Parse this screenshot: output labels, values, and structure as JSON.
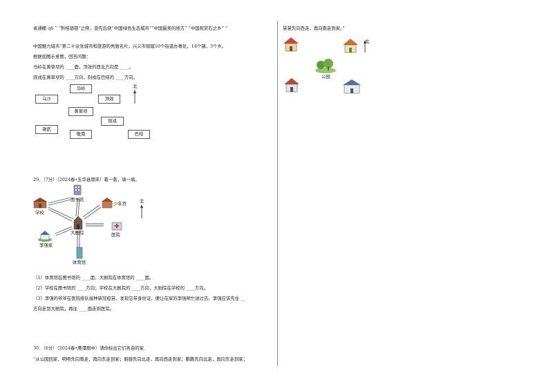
{
  "left": {
    "intro_line1": "省通衢 q6   “ ”黔桂锁钥“之称，曾先后获“中国绿色生态城市”“中国最美的地方“ ”中国观赏石之乡“ ”",
    "intro_line2": "中国魅力城市“第二十余张城市和旅游的亮丽名片，兴义市现辖10个街道办事处，14个镇，3个乡。",
    "intro_line3": "根据如图示意图，回答问题：",
    "q_a": "马岭在黄草坝的 ____面，顶效的西北方向是 ____。",
    "q_b": "则戎在黄草坝的 ____方向，则戎在巴结的 ____方向。",
    "map1": {
      "north": "北",
      "places": {
        "maling": "马岭",
        "wusha": "乌沙",
        "dingxiao": "顶效",
        "huangcaoba": "黄草坝",
        "zerong": "则戎",
        "xiongwu": "雄武",
        "jingnan": "敬南",
        "baji": "巴结"
      }
    },
    "q29_header": "29．（7分）（2024春•五华县期末）看一看，填一填。",
    "map2": {
      "north": "北",
      "places": {
        "library": "图书馆",
        "youth_palace": "少年宫",
        "school": "学校",
        "theater": "大剧院",
        "hospital": "医院",
        "li_home": "李强家",
        "stadium": "体育馆"
      }
    },
    "q29_1": "（1）体育馆在图书馆的 ____面，大剧院在体育馆的 ____面。",
    "q29_2": "（2）学校在图书馆的 ____方向；学校在大剧院的 ____方向，大剧院在学校的 ____方向。",
    "q29_3a": "（3）李强的爷爷在医院排队接种新冠疫苗，发现忘带身份证，便让在家的李强帮忙送过去。李强应该先往 __",
    "q29_3b": "方向走到大剧院，再往 ____面走到医院。",
    "q30_header": "30．（6分）（2024春•鹰潭期中）请你标出它们各自的家.",
    "q30_text": "“从公园回家，明明先向南走，再向东走到家；丽丽先向北走，再向西走到家；鹏鹏先向北走，再向东走到家；"
  },
  "right": {
    "top_text": "慧慧先向西走，再向南走到家。”",
    "north": "北",
    "park": "公园"
  }
}
